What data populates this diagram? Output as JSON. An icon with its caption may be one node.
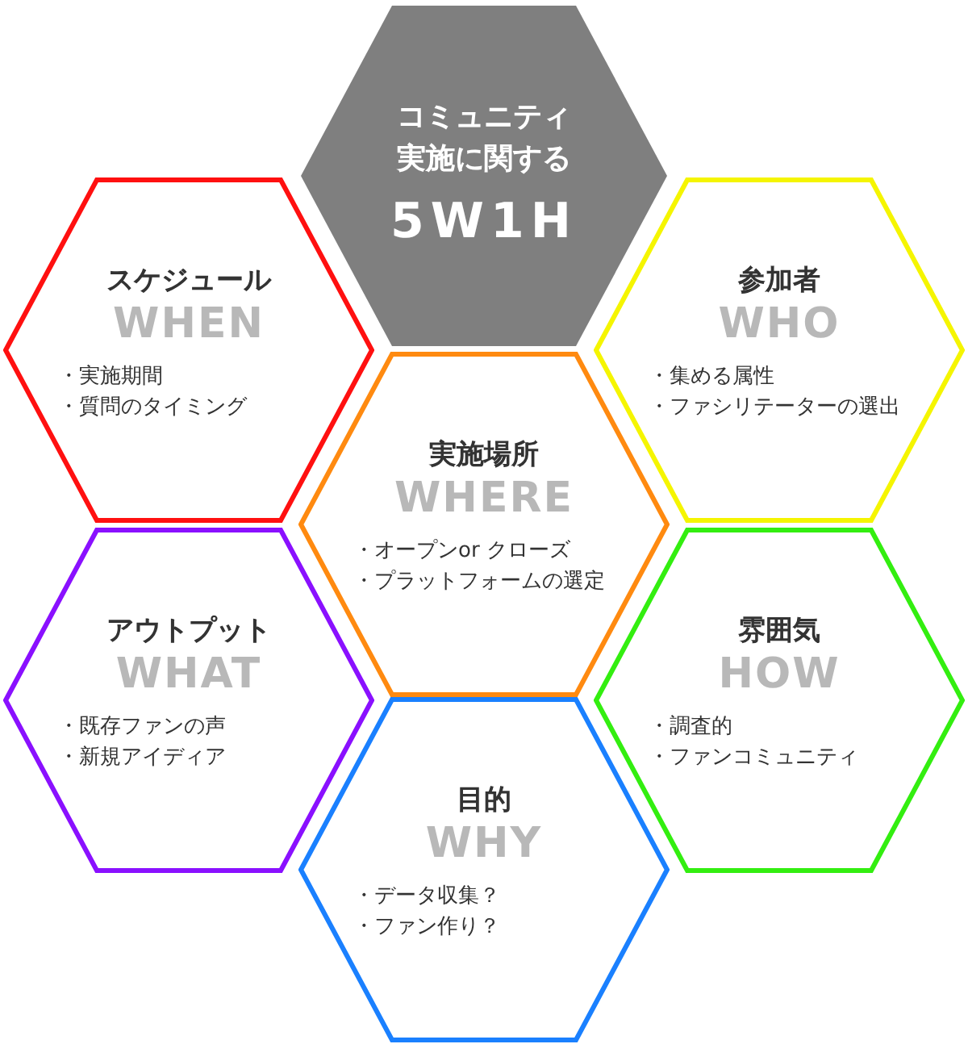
{
  "diagram": {
    "nodes": [
      {
        "text": [
          "コミュニティ実施に関する",
          "5W1H"
        ]
      },
      {
        "text": [
          "スケジュール",
          "WHEN",
          "・実施期間",
          "・質問のタイミング"
        ]
      },
      {
        "text": [
          "参加者",
          "WHO",
          "・集める属性",
          "・ファシリテーターの選出"
        ]
      },
      {
        "text": [
          "実施場所",
          "WHERE",
          "・オープンor クローズ",
          "・プラットフォームの選定"
        ]
      },
      {
        "text": [
          "アウトプット",
          "WHAT",
          "・既存ファンの声",
          "・新規アイディア"
        ]
      },
      {
        "text": [
          "雰囲気",
          "HOW",
          "・調査的",
          "・ファンコミュニティ"
        ]
      },
      {
        "text": [
          "目的",
          "WHY",
          "・データ収集？",
          "・ファン作り？"
        ]
      }
    ],
    "edges": []
  }
}
